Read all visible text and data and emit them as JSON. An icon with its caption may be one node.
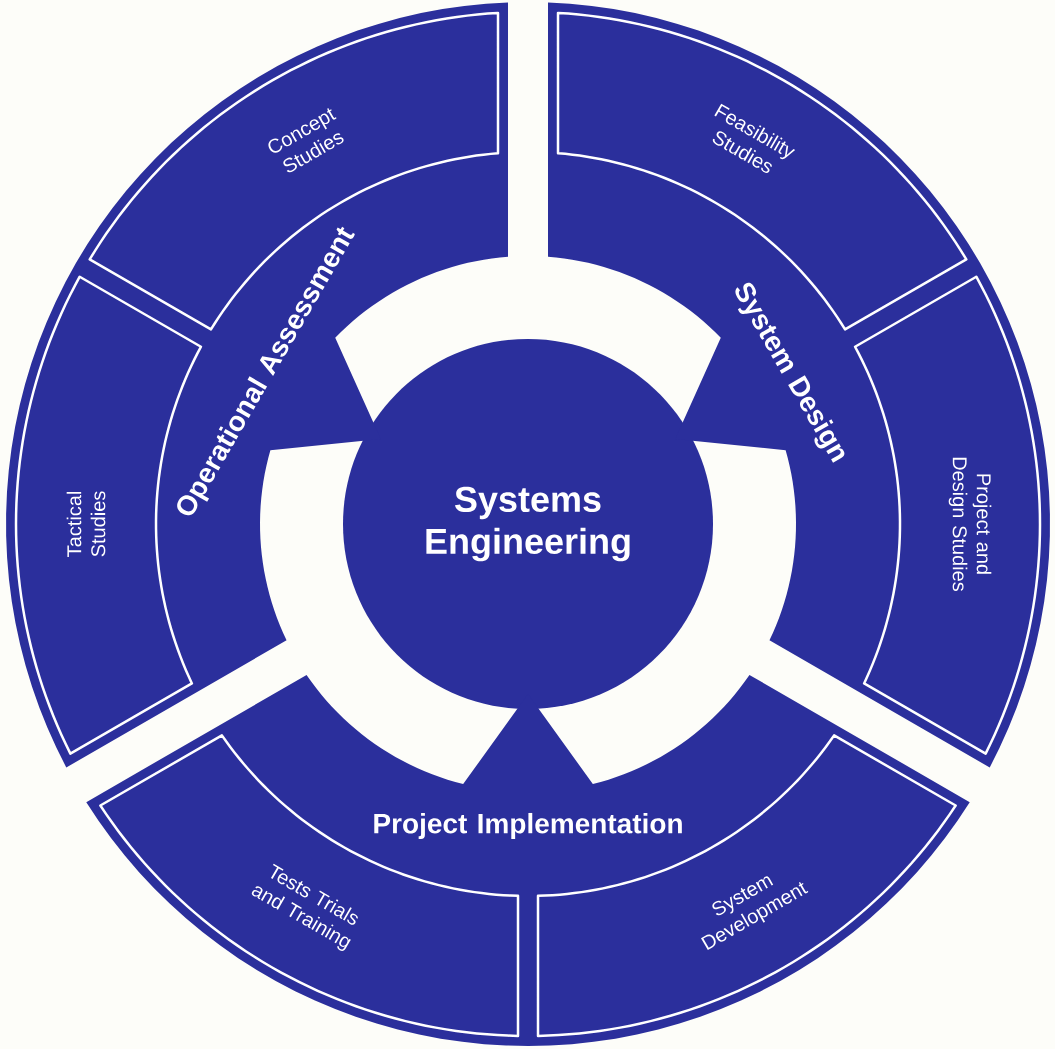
{
  "diagram": {
    "nodes": [
      {
        "text": [
          "Systems Engineering"
        ]
      },
      {
        "text": [
          "Operational Assessment"
        ]
      },
      {
        "text": [
          "Concept Studies"
        ],
        "in": 1
      },
      {
        "text": [
          "Tactical Studies"
        ],
        "in": 1
      },
      {
        "text": [
          "System Design"
        ]
      },
      {
        "text": [
          "Feasibility Studies"
        ],
        "in": 4
      },
      {
        "text": [
          "Project and Design Studies"
        ],
        "in": 4
      },
      {
        "text": [
          "Project Implementation"
        ]
      },
      {
        "text": [
          "Tests Trials and Training"
        ],
        "in": 7
      },
      {
        "text": [
          "System Development"
        ],
        "in": 7
      }
    ]
  }
}
